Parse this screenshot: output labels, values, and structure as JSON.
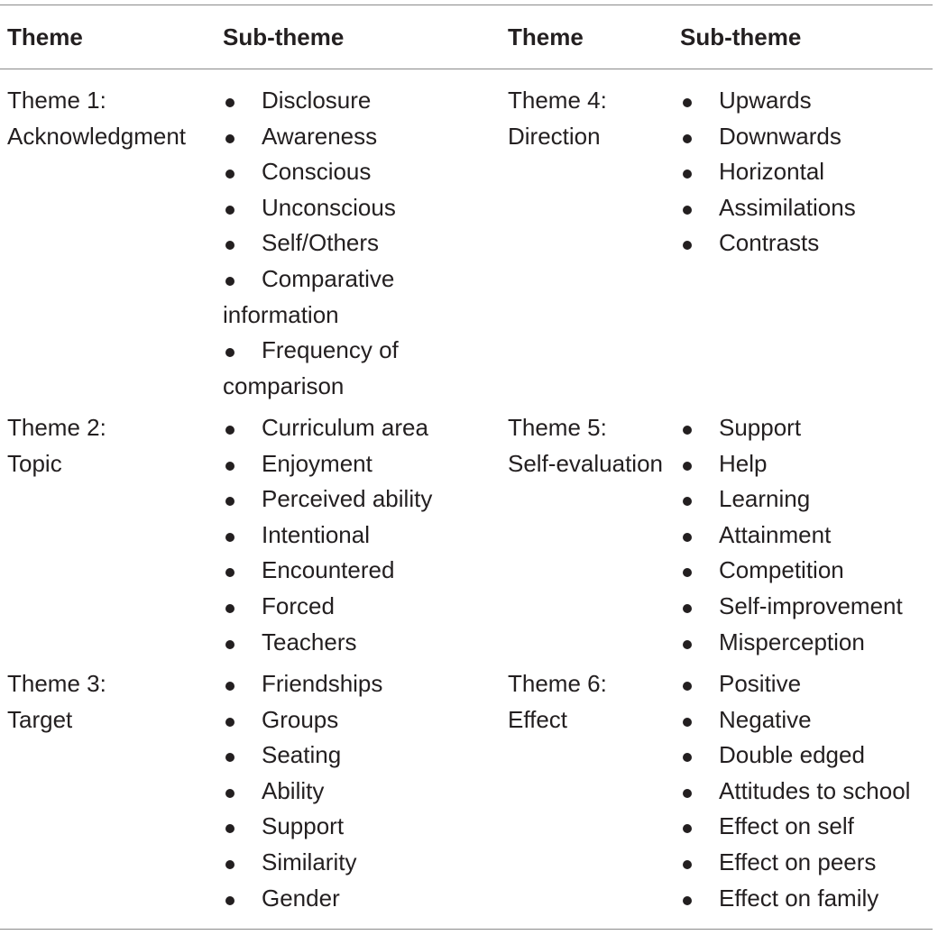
{
  "headers": [
    "Theme",
    "Sub-theme",
    "Theme",
    "Sub-theme"
  ],
  "rows": [
    {
      "left": {
        "theme_line1": "Theme 1:",
        "theme_line2": "Acknowledgment",
        "subs": [
          "Disclosure",
          "Awareness",
          "Conscious",
          "Unconscious",
          "Self/Others",
          "Comparative information",
          "Frequency of comparison"
        ]
      },
      "right": {
        "theme_line1": "Theme 4:",
        "theme_line2": "Direction",
        "subs": [
          "Upwards",
          "Downwards",
          "Horizontal",
          "Assimilations",
          "Contrasts"
        ]
      }
    },
    {
      "left": {
        "theme_line1": "Theme 2:",
        "theme_line2": "Topic",
        "subs": [
          "Curriculum area",
          "Enjoyment",
          "Perceived ability",
          "Intentional",
          "Encountered",
          "Forced",
          "Teachers"
        ]
      },
      "right": {
        "theme_line1": "Theme 5:",
        "theme_line2": "Self-evaluation",
        "subs": [
          "Support",
          "Help",
          "Learning",
          "Attainment",
          "Competition",
          "Self-improvement",
          "Misperception"
        ]
      }
    },
    {
      "left": {
        "theme_line1": "Theme 3:",
        "theme_line2": "Target",
        "subs": [
          "Friendships",
          "Groups",
          "Seating",
          "Ability",
          "Support",
          "Similarity",
          "Gender"
        ]
      },
      "right": {
        "theme_line1": "Theme 6:",
        "theme_line2": "Effect",
        "subs": [
          "Positive",
          "Negative",
          "Double edged",
          "Attitudes to school",
          "Effect on self",
          "Effect on peers",
          "Effect on family"
        ]
      }
    }
  ]
}
